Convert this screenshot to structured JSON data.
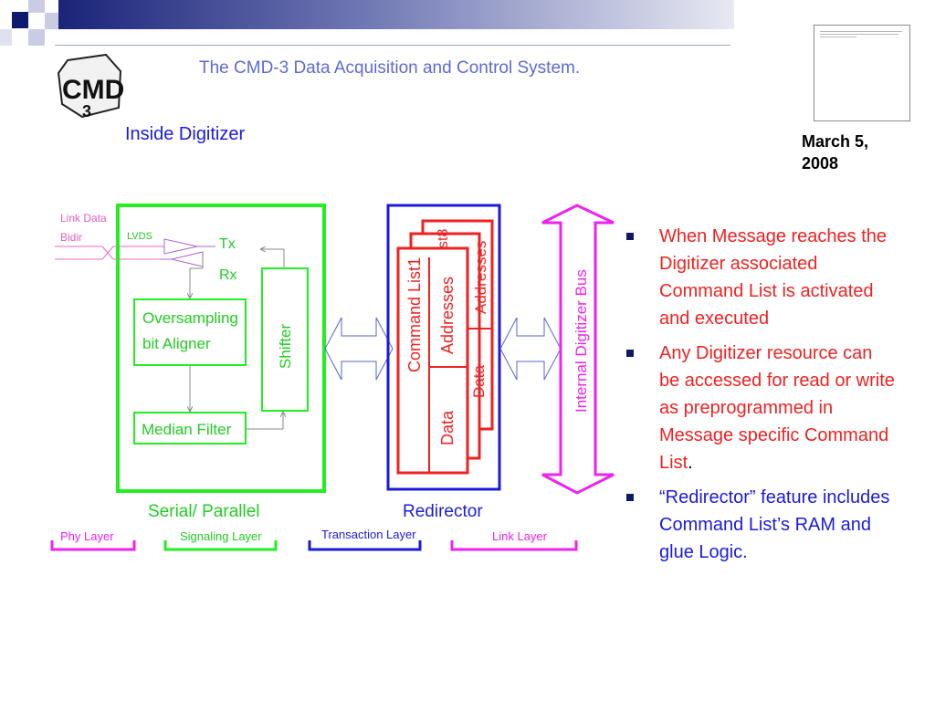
{
  "slide": {
    "title": "The CMD-3 Data Acquisition and Control System.",
    "subtitle": "Inside Digitizer",
    "date": "March 5, 2008"
  },
  "logo": {
    "text": "CMD",
    "subtext": "3"
  },
  "diagram": {
    "link_data": "Link Data",
    "bidir": "Bidir",
    "lvds": "LVDS",
    "tx": "Tx",
    "rx": "Rx",
    "oversampling": "Oversampling",
    "bit_aligner": "bit Aligner",
    "median_filter": "Median Filter",
    "shifter": "Shifter",
    "serial_parallel": "Serial/ Parallel",
    "command_list1": "Command List1",
    "addresses": "Addresses",
    "data": "Data",
    "st8": "st8",
    "redirector": "Redirector",
    "internal_bus": "Internal Digitizer Bus",
    "layers": {
      "phy": "Phy Layer",
      "signaling": "Signaling Layer",
      "transaction": "Transaction Layer",
      "link": "Link Layer"
    }
  },
  "colors": {
    "green": "#22ee22",
    "blue": "#1a1adc",
    "red": "#ee2222",
    "magenta": "#ee22ee",
    "arrow_outline": "#5566cc"
  },
  "bullets": {
    "b1": "When Message reaches the Digitizer associated Command List is activated and executed",
    "b2_main": "Any Digitizer resource can be accessed for read or write as preprogrammed in Message specific Command List",
    "b2_tail": ".",
    "b3": "“Redirector” feature includes Command List’s RAM and glue Logic."
  }
}
